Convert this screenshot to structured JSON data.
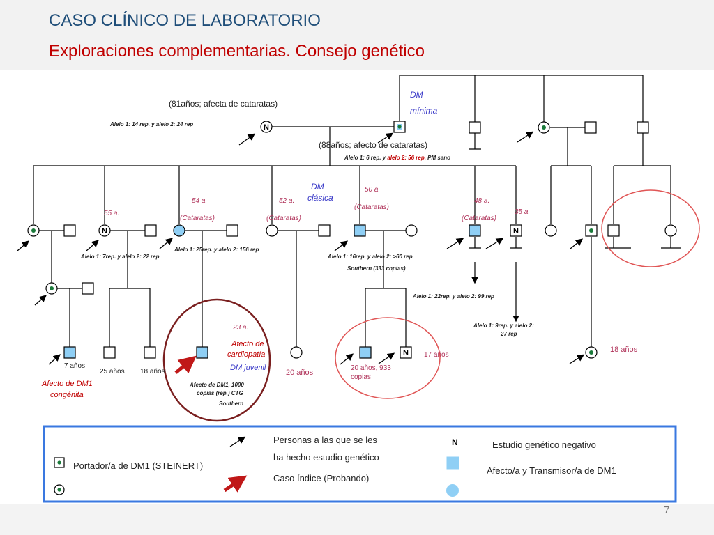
{
  "header": {
    "title": "CASO CLÍNICO DE LABORATORIO",
    "subtitle": "Exploraciones complementarias. Consejo genético"
  },
  "page_number": "7",
  "colors": {
    "title": "#1f4e79",
    "subtitle": "#c00000",
    "affected_fill": "#8fcff5",
    "carrier_dot": "#1a7a3a",
    "age_text": "#b0335a",
    "blue_text": "#3a3ac8",
    "red_circle": "#e05555",
    "dark_red_circle": "#7a1f1f",
    "legend_border": "#3a78e0"
  },
  "symbols": {
    "negative_letter": "N"
  },
  "labels": {
    "gp_left_note": "(81años; afecta de cataratas)",
    "gp_left_alleles": "Alelo 1: 14 rep. y alelo 2: 24 rep",
    "gp_right_dm_1": "DM",
    "gp_right_dm_2": "mínima",
    "gp_right_note": "(88años; afecto de cataratas)",
    "gp_right_alleles_a": "Alelo 1: 6 rep. y ",
    "gp_right_alleles_b": "alelo 2: 56 rep.",
    "gp_right_alleles_c": " PM sano",
    "age_55": "55 a.",
    "age_54": "54 a.",
    "cataratas_54": "(Cataratas)",
    "age_52": "52 a.",
    "cataratas_52": "(Cataratas)",
    "dm_clasica_1": "DM",
    "dm_clasica_2": "clásica",
    "age_50": "50 a.",
    "cataratas_50": "(Cataratas)",
    "age_48": "48 a.",
    "cataratas_48": "(Cataratas)",
    "age_35": "35 a.",
    "alleles_55": "Alelo 1: 7rep. y alelo 2: 22 rep",
    "alleles_54": "Alelo 1: 25rep. y alelo 2: 156 rep",
    "alleles_50": "Alelo 1: 16rep. y alelo 2: >60 rep",
    "southern_50": "Southern (333 copias)",
    "alleles_48": "Alelo 1: 22rep. y alelo 2: 99 rep",
    "alleles_35_1": "Alelo 1: 9rep. y alelo 2:",
    "alleles_35_2": "27 rep",
    "age_7": "7 años",
    "congenital_1": "Afecto de DM1",
    "congenital_2": "congénita",
    "age_25": "25 años",
    "age_18a": "18  años",
    "proband_age": "23 a.",
    "proband_cardio_1": "Afecto de",
    "proband_cardio_2": "cardiopatía",
    "proband_juvenil": "DM juvenil",
    "proband_note_1": "Afecto de DM1, 1000",
    "proband_note_2": "copias (rep.) CTG",
    "proband_note_3": "Southern",
    "age_20": "20 años",
    "age_20_933_1": "20 años, 933",
    "age_20_933_2": "copias",
    "age_17": "17 años",
    "age_18b": "18 años"
  },
  "legend": {
    "studied": "Personas a las que se les",
    "studied_2": "ha hecho estudio genético",
    "proband": "Caso índice (Probando)",
    "negative": "Estudio genético negativo",
    "carrier": "Portador/a de DM1 (STEINERT)",
    "affected": "Afecto/a y Transmisor/a de DM1"
  }
}
